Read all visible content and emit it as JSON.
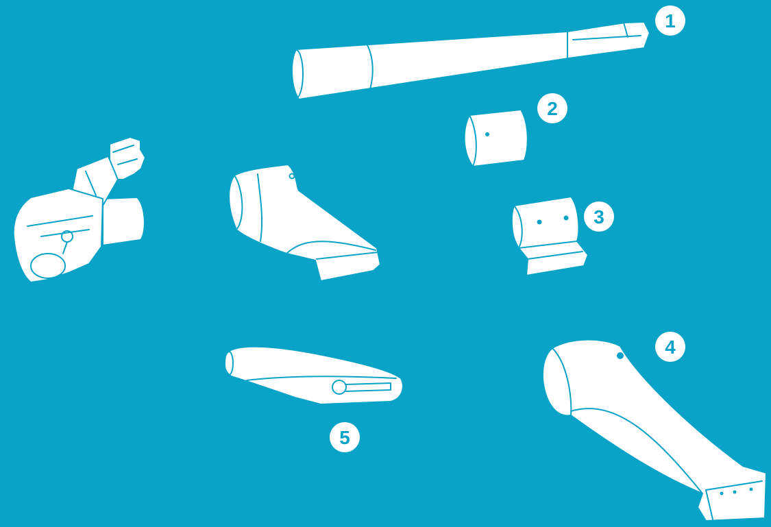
{
  "background_color": "#0aa3c8",
  "part_color": "#ffffff",
  "callouts": {
    "one": "1",
    "two": "2",
    "three": "3",
    "four": "4",
    "five": "5"
  }
}
